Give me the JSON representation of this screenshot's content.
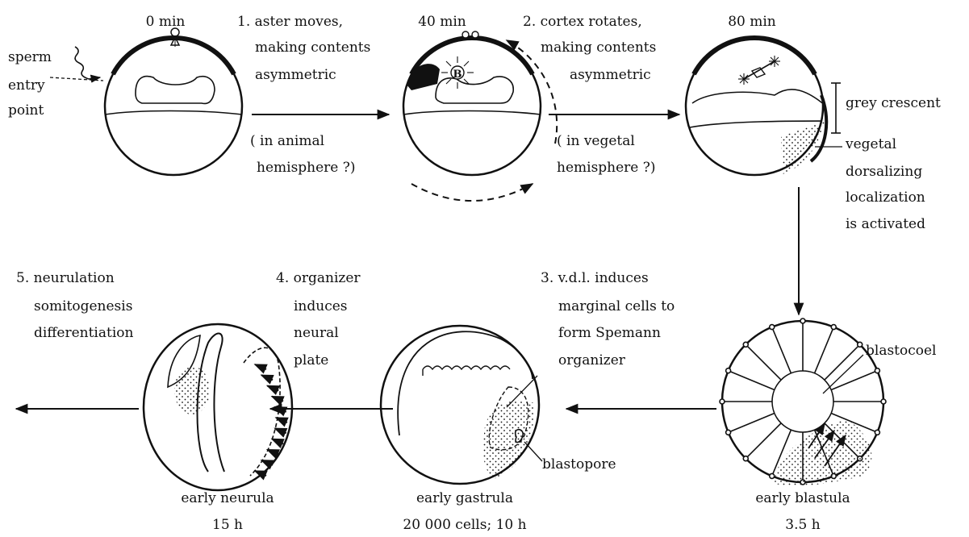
{
  "colors": {
    "ink": "#111111",
    "background": "#ffffff"
  },
  "stages": {
    "t0": "0 min",
    "t40": "40 min",
    "t80": "80 min",
    "blastula_name": "early blastula",
    "blastula_time": "3.5 h",
    "gastrula_name": "early gastrula",
    "gastrula_time": "20 000 cells; 10 h",
    "neurula_name": "early neurula",
    "neurula_time": "15 h"
  },
  "labels": {
    "sperm_entry": [
      "sperm",
      "entry",
      "point"
    ],
    "grey_crescent": "grey crescent",
    "vdl": [
      "vegetal",
      "dorsalizing",
      "localization",
      "is activated"
    ],
    "blastocoel": "blastocoel",
    "blastopore": "blastopore",
    "aster_sym": "B"
  },
  "steps": {
    "step1": [
      "1. aster moves,",
      "making contents",
      "asymmetric"
    ],
    "step1_note": [
      "( in animal",
      "hemisphere ?)"
    ],
    "step2": [
      "2. cortex rotates,",
      "making contents",
      "asymmetric"
    ],
    "step2_note": [
      "( in vegetal",
      "hemisphere ?)"
    ],
    "step3": [
      "3. v.d.l. induces",
      "marginal cells to",
      "form Spemann",
      "organizer"
    ],
    "step4": [
      "4. organizer",
      "induces",
      "neural",
      "plate"
    ],
    "step5": [
      "5. neurulation",
      "somitogenesis",
      "differentiation"
    ]
  }
}
